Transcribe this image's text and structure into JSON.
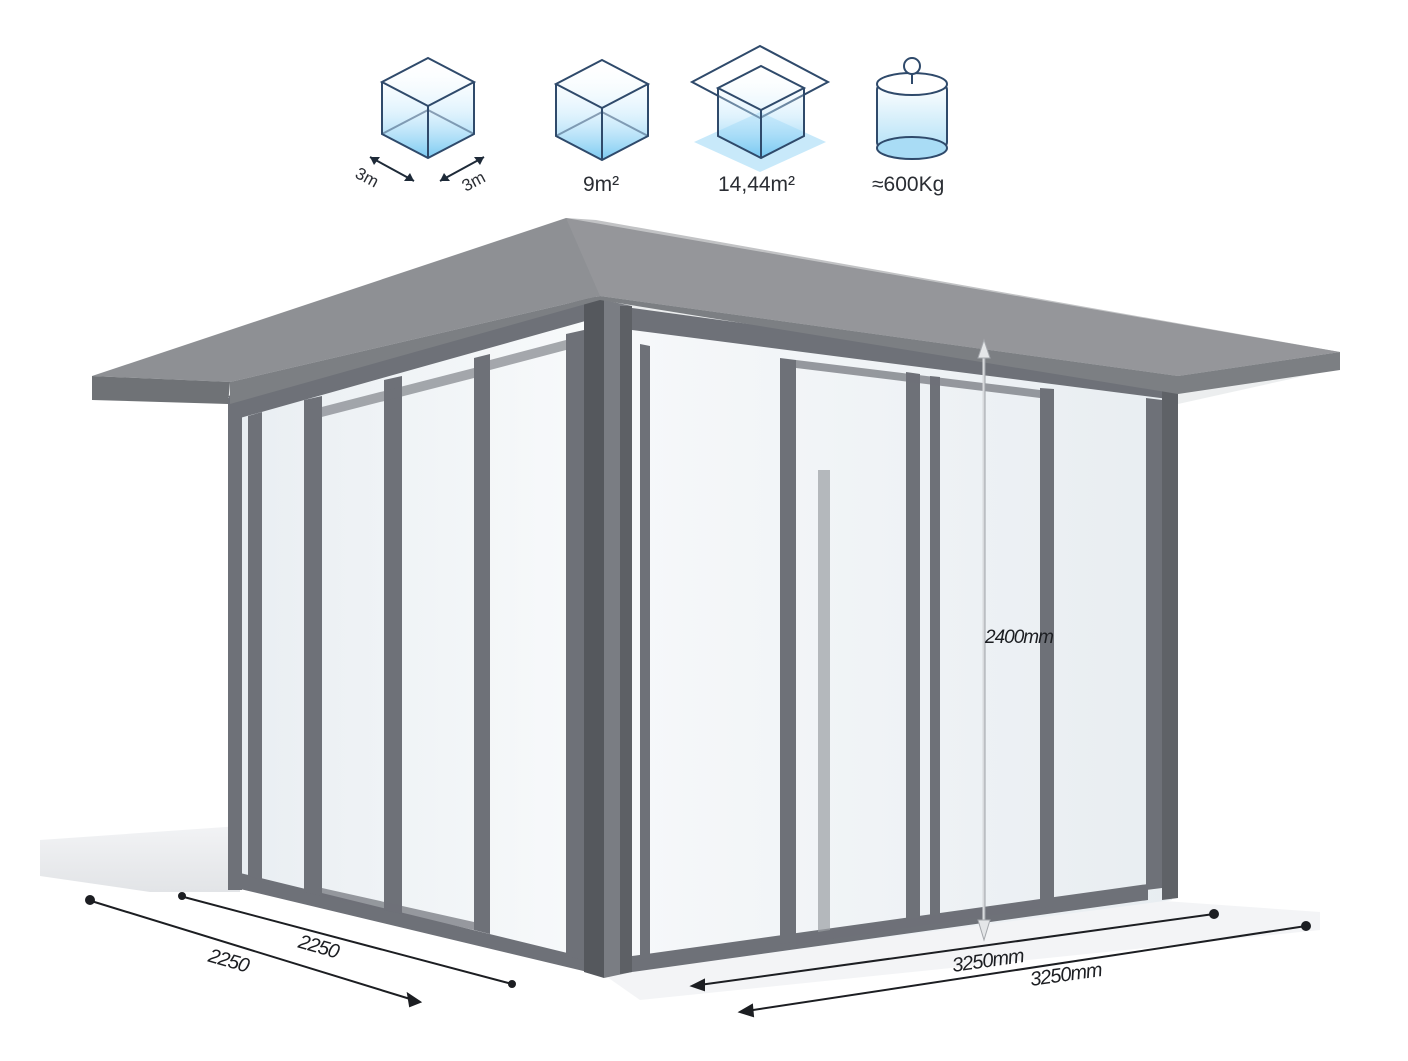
{
  "icons": [
    {
      "name": "footprint-cube-icon",
      "label_a": "3m",
      "label_b": "3m"
    },
    {
      "name": "area-cube-icon",
      "label": "9m²"
    },
    {
      "name": "roof-area-cube-icon",
      "label": "14,44m²"
    },
    {
      "name": "weight-icon",
      "label": "≈600Kg"
    }
  ],
  "dimensions": {
    "height": "2400mm",
    "left_depth_inner": "2250",
    "left_depth_outer": "2250",
    "front_width_inner": "3250mm",
    "front_width_outer": "3250mm"
  },
  "colors": {
    "frame": "#6e7178",
    "frame_dark": "#4f5257",
    "roof_top": "#8a8c90",
    "roof_under": "#e7e8ea",
    "glass": "#eef3f7",
    "icon_stroke": "#2f4a6b",
    "icon_fill": "#8fd0f2"
  }
}
